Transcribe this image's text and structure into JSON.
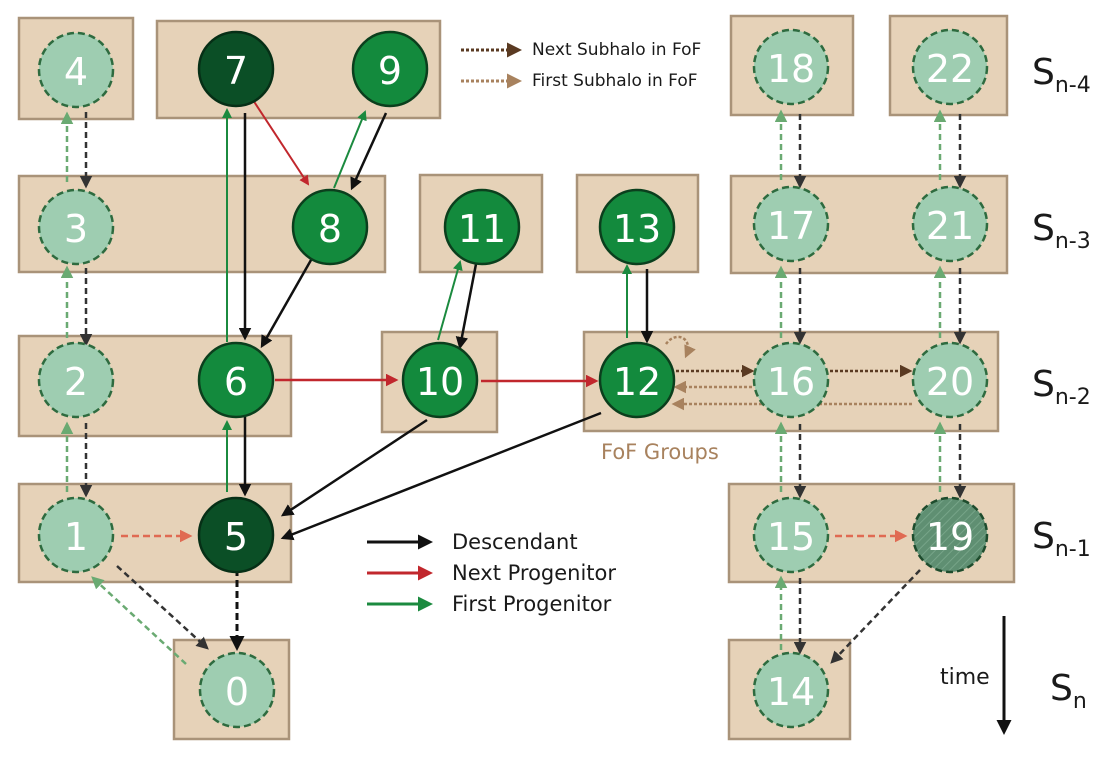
{
  "nodes": [
    {
      "id": "n0",
      "label": "0",
      "style": "light"
    },
    {
      "id": "n1",
      "label": "1",
      "style": "light"
    },
    {
      "id": "n2",
      "label": "2",
      "style": "light"
    },
    {
      "id": "n3",
      "label": "3",
      "style": "light"
    },
    {
      "id": "n4",
      "label": "4",
      "style": "light"
    },
    {
      "id": "n5",
      "label": "5",
      "style": "dark"
    },
    {
      "id": "n6",
      "label": "6",
      "style": "solid"
    },
    {
      "id": "n7",
      "label": "7",
      "style": "dark"
    },
    {
      "id": "n8",
      "label": "8",
      "style": "solid"
    },
    {
      "id": "n9",
      "label": "9",
      "style": "solid"
    },
    {
      "id": "n10",
      "label": "10",
      "style": "solid"
    },
    {
      "id": "n11",
      "label": "11",
      "style": "solid"
    },
    {
      "id": "n12",
      "label": "12",
      "style": "solid"
    },
    {
      "id": "n13",
      "label": "13",
      "style": "solid"
    },
    {
      "id": "n14",
      "label": "14",
      "style": "light"
    },
    {
      "id": "n15",
      "label": "15",
      "style": "light"
    },
    {
      "id": "n16",
      "label": "16",
      "style": "light"
    },
    {
      "id": "n17",
      "label": "17",
      "style": "light"
    },
    {
      "id": "n18",
      "label": "18",
      "style": "light"
    },
    {
      "id": "n19",
      "label": "19",
      "style": "mid"
    },
    {
      "id": "n20",
      "label": "20",
      "style": "light"
    },
    {
      "id": "n21",
      "label": "21",
      "style": "light"
    },
    {
      "id": "n22",
      "label": "22",
      "style": "light"
    }
  ],
  "row_labels": [
    {
      "main": "S",
      "sub": "n-4"
    },
    {
      "main": "S",
      "sub": "n-3"
    },
    {
      "main": "S",
      "sub": "n-2"
    },
    {
      "main": "S",
      "sub": "n-1"
    },
    {
      "main": "S",
      "sub": "n"
    }
  ],
  "legend_top": [
    {
      "label": "Next Subhalo in FoF",
      "color": "#5a3a22",
      "style": "dotted"
    },
    {
      "label": "First Subhalo in FoF",
      "color": "#a8825e",
      "style": "dotted"
    }
  ],
  "legend_bottom": [
    {
      "label": "Descendant",
      "color": "#111111"
    },
    {
      "label": "Next Progenitor",
      "color": "#c1272d"
    },
    {
      "label": "First Progenitor",
      "color": "#1b8a3f"
    }
  ],
  "fof_caption": "FoF Groups",
  "time_label": "time",
  "colors": {
    "box_fill": "#e6d2b8",
    "box_stroke": "#a99379",
    "node_light": "#9ecdb1",
    "node_solid": "#138a3d",
    "node_dark": "#0b4f26",
    "node_mid": "#5f8f72",
    "descendant": "#111111",
    "next_progenitor": "#c1272d",
    "first_progenitor": "#1b8a3f",
    "next_subhalo": "#5a3a22",
    "first_subhalo": "#a8825e"
  }
}
